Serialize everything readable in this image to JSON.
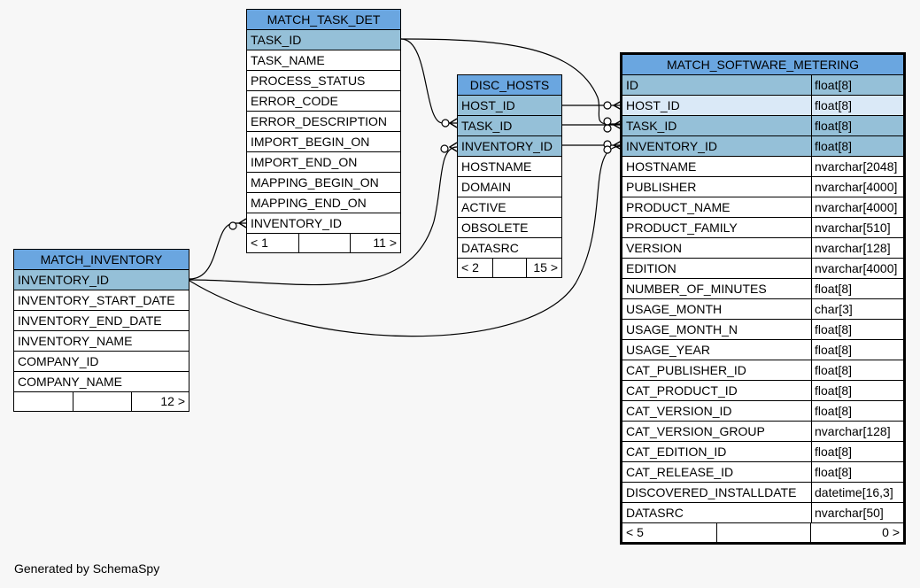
{
  "tables": {
    "match_task_det": {
      "name": "MATCH_TASK_DET",
      "columns": [
        "TASK_ID",
        "TASK_NAME",
        "PROCESS_STATUS",
        "ERROR_CODE",
        "ERROR_DESCRIPTION",
        "IMPORT_BEGIN_ON",
        "IMPORT_END_ON",
        "MAPPING_BEGIN_ON",
        "MAPPING_END_ON",
        "INVENTORY_ID"
      ],
      "footer_left": "< 1",
      "footer_right": "11 >"
    },
    "disc_hosts": {
      "name": "DISC_HOSTS",
      "columns": [
        "HOST_ID",
        "TASK_ID",
        "INVENTORY_ID",
        "HOSTNAME",
        "DOMAIN",
        "ACTIVE",
        "OBSOLETE",
        "DATASRC"
      ],
      "footer_left": "< 2",
      "footer_right": "15 >"
    },
    "match_inventory": {
      "name": "MATCH_INVENTORY",
      "columns": [
        "INVENTORY_ID",
        "INVENTORY_START_DATE",
        "INVENTORY_END_DATE",
        "INVENTORY_NAME",
        "COMPANY_ID",
        "COMPANY_NAME"
      ],
      "footer_left": "",
      "footer_right": "12 >"
    },
    "match_software_metering": {
      "name": "MATCH_SOFTWARE_METERING",
      "columns": [
        {
          "name": "ID",
          "type": "float[8]"
        },
        {
          "name": "HOST_ID",
          "type": "float[8]"
        },
        {
          "name": "TASK_ID",
          "type": "float[8]"
        },
        {
          "name": "INVENTORY_ID",
          "type": "float[8]"
        },
        {
          "name": "HOSTNAME",
          "type": "nvarchar[2048]"
        },
        {
          "name": "PUBLISHER",
          "type": "nvarchar[4000]"
        },
        {
          "name": "PRODUCT_NAME",
          "type": "nvarchar[4000]"
        },
        {
          "name": "PRODUCT_FAMILY",
          "type": "nvarchar[510]"
        },
        {
          "name": "VERSION",
          "type": "nvarchar[128]"
        },
        {
          "name": "EDITION",
          "type": "nvarchar[4000]"
        },
        {
          "name": "NUMBER_OF_MINUTES",
          "type": "float[8]"
        },
        {
          "name": "USAGE_MONTH",
          "type": "char[3]"
        },
        {
          "name": "USAGE_MONTH_N",
          "type": "float[8]"
        },
        {
          "name": "USAGE_YEAR",
          "type": "float[8]"
        },
        {
          "name": "CAT_PUBLISHER_ID",
          "type": "float[8]"
        },
        {
          "name": "CAT_PRODUCT_ID",
          "type": "float[8]"
        },
        {
          "name": "CAT_VERSION_ID",
          "type": "float[8]"
        },
        {
          "name": "CAT_VERSION_GROUP",
          "type": "nvarchar[128]"
        },
        {
          "name": "CAT_EDITION_ID",
          "type": "float[8]"
        },
        {
          "name": "CAT_RELEASE_ID",
          "type": "float[8]"
        },
        {
          "name": "DISCOVERED_INSTALLDATE",
          "type": "datetime[16,3]"
        },
        {
          "name": "DATASRC",
          "type": "nvarchar[50]"
        }
      ],
      "footer_left": "< 5",
      "footer_right": "0 >"
    }
  },
  "caption": "Generated by SchemaSpy",
  "colors": {
    "header": "#6aa6e0",
    "key_row": "#95c0d8",
    "highlight_row": "#dae9f7",
    "background": "#f7f7f7"
  }
}
